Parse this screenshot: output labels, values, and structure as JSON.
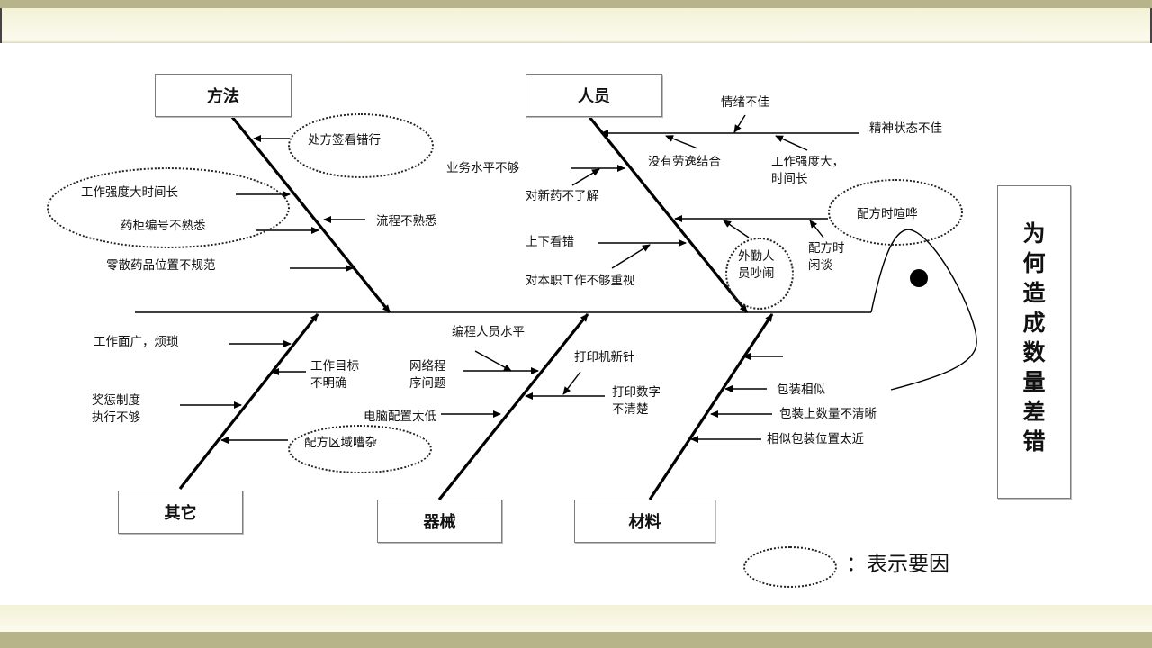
{
  "categories": {
    "method": "方法",
    "people": "人员",
    "other": "其它",
    "equipment": "器械",
    "material": "材料"
  },
  "effect": "为\n何\n造\n成\n数\n量\n差\n错",
  "causes": {
    "method": {
      "prescription_misread": "处方签看错行",
      "high_workload_long_hours": "工作强度大时间长",
      "cabinet_code_unfamiliar": "药柜编号不熟悉",
      "process_unfamiliar": "流程不熟悉",
      "loose_drug_placement": "零散药品位置不规范"
    },
    "people": {
      "bad_mood": "情绪不佳",
      "poor_mental_state": "精神状态不佳",
      "no_work_rest_balance": "没有劳逸结合",
      "high_intensity_long_hours": "工作强度大，\n时间长",
      "low_skill_level": "业务水平不够",
      "unfamiliar_new_drugs": "对新药不了解",
      "noisy_while_dispensing": "配方时喧哗",
      "reading_wrong": "上下看错",
      "field_staff_noise": "外勤人\n员吵闹",
      "chatting_while_dispensing": "配方时\n闲谈",
      "not_valuing_job": "对本职工作不够重视"
    },
    "other": {
      "broad_tedious_work": "工作面广，烦琐",
      "unclear_work_goals": "工作目标\n不明确",
      "incentive_not_enforced": "奖惩制度\n执行不够",
      "noisy_dispensing_area": "配方区域嘈杂"
    },
    "equipment": {
      "programmer_skill": "编程人员水平",
      "network_program_issue": "网络程\n序问题",
      "printer_new_pins": "打印机新针",
      "unclear_printed_digits": "打印数字\n不清楚",
      "low_pc_config": "电脑配置太低"
    },
    "material": {
      "similar_packaging": "包装相似",
      "unclear_package_quantity": "包装上数量不清晰",
      "similar_packages_close": "相似包装位置太近"
    }
  },
  "legend": {
    "label": "：表示要因"
  }
}
